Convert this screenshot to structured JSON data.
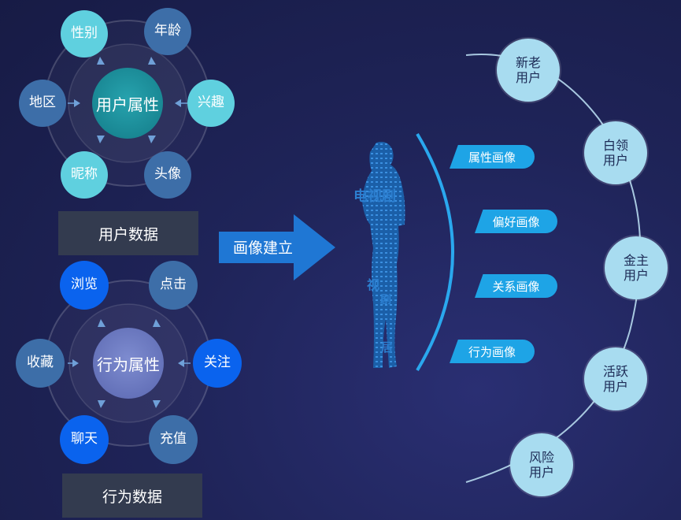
{
  "attributes_hub": {
    "center": "用户属性",
    "nodes": [
      "性别",
      "年龄",
      "地区",
      "兴趣",
      "昵称",
      "头像"
    ],
    "panel": "用户数据"
  },
  "behavior_hub": {
    "center": "行为属性",
    "nodes": [
      "浏览",
      "点击",
      "收藏",
      "关注",
      "聊天",
      "充值"
    ],
    "panel": "行为数据"
  },
  "arrow": {
    "label": "画像建立"
  },
  "figure_words": [
    "电视剧",
    "视",
    "剧",
    "居"
  ],
  "portrait_tags": [
    "属性画像",
    "偏好画像",
    "关系画像",
    "行为画像"
  ],
  "segments": [
    {
      "line1": "新老",
      "line2": "用户"
    },
    {
      "line1": "白领",
      "line2": "用户"
    },
    {
      "line1": "金主",
      "line2": "用户"
    },
    {
      "line1": "活跃",
      "line2": "用户"
    },
    {
      "line1": "风险",
      "line2": "用户"
    }
  ],
  "colors": {
    "cyan": "#5fd0df",
    "steel": "#3d6ea8",
    "blue": "#0a63ee",
    "teal_center": "#1a8f9c",
    "violet_center": "#6a78c0",
    "tag": "#1ea4e6",
    "segment": "#a8dcf0"
  }
}
